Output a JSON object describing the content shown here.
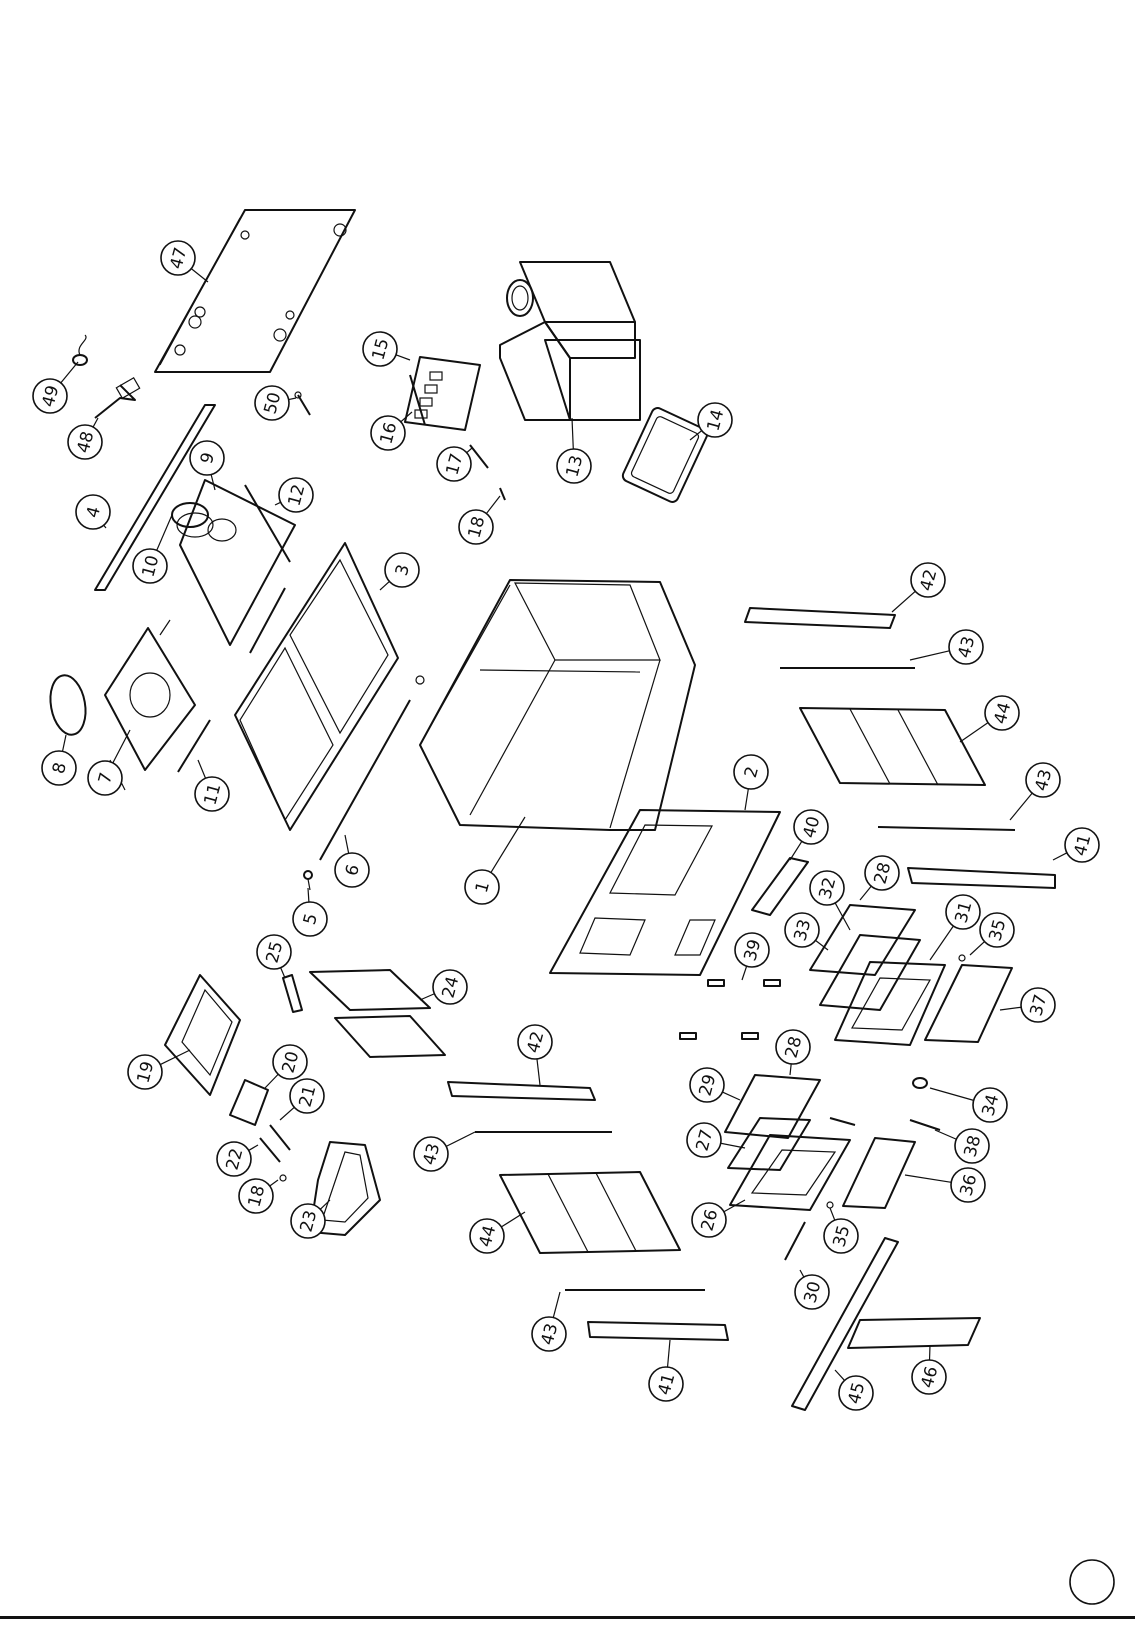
{
  "callouts": [
    {
      "label": "47"
    },
    {
      "label": "49"
    },
    {
      "label": "48"
    },
    {
      "label": "50"
    },
    {
      "label": "15"
    },
    {
      "label": "16"
    },
    {
      "label": "17"
    },
    {
      "label": "18"
    },
    {
      "label": "13"
    },
    {
      "label": "14"
    },
    {
      "label": "4"
    },
    {
      "label": "9"
    },
    {
      "label": "10"
    },
    {
      "label": "12"
    },
    {
      "label": "3"
    },
    {
      "label": "8"
    },
    {
      "label": "7"
    },
    {
      "label": "11"
    },
    {
      "label": "6"
    },
    {
      "label": "5"
    },
    {
      "label": "1"
    },
    {
      "label": "42"
    },
    {
      "label": "43"
    },
    {
      "label": "44"
    },
    {
      "label": "43"
    },
    {
      "label": "2"
    },
    {
      "label": "40"
    },
    {
      "label": "41"
    },
    {
      "label": "28"
    },
    {
      "label": "32"
    },
    {
      "label": "33"
    },
    {
      "label": "31"
    },
    {
      "label": "35"
    },
    {
      "label": "25"
    },
    {
      "label": "24"
    },
    {
      "label": "39"
    },
    {
      "label": "37"
    },
    {
      "label": "19"
    },
    {
      "label": "20"
    },
    {
      "label": "21"
    },
    {
      "label": "22"
    },
    {
      "label": "18"
    },
    {
      "label": "23"
    },
    {
      "label": "42"
    },
    {
      "label": "43"
    },
    {
      "label": "44"
    },
    {
      "label": "28"
    },
    {
      "label": "29"
    },
    {
      "label": "27"
    },
    {
      "label": "34"
    },
    {
      "label": "38"
    },
    {
      "label": "36"
    },
    {
      "label": "26"
    },
    {
      "label": "35"
    },
    {
      "label": "30"
    },
    {
      "label": "43"
    },
    {
      "label": "41"
    },
    {
      "label": "45"
    },
    {
      "label": "46"
    }
  ],
  "page_number": ""
}
